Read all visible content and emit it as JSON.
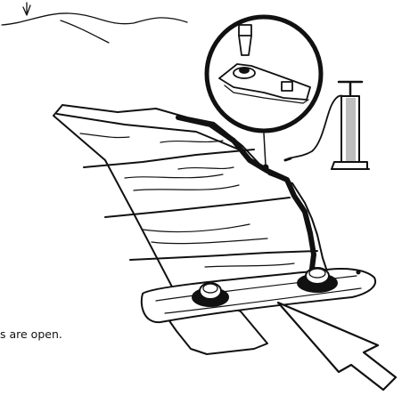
{
  "illustration": {
    "caption_fragment": "s are open.",
    "colors": {
      "ink": "#111111",
      "paper": "#ffffff",
      "pump_shade": "#bdbdbd"
    },
    "parts": [
      "hill-outline",
      "inflatable-mattress",
      "magnifier-circle",
      "valve-closeup",
      "air-pump",
      "valve-1",
      "valve-2",
      "pointer-arrow"
    ]
  }
}
